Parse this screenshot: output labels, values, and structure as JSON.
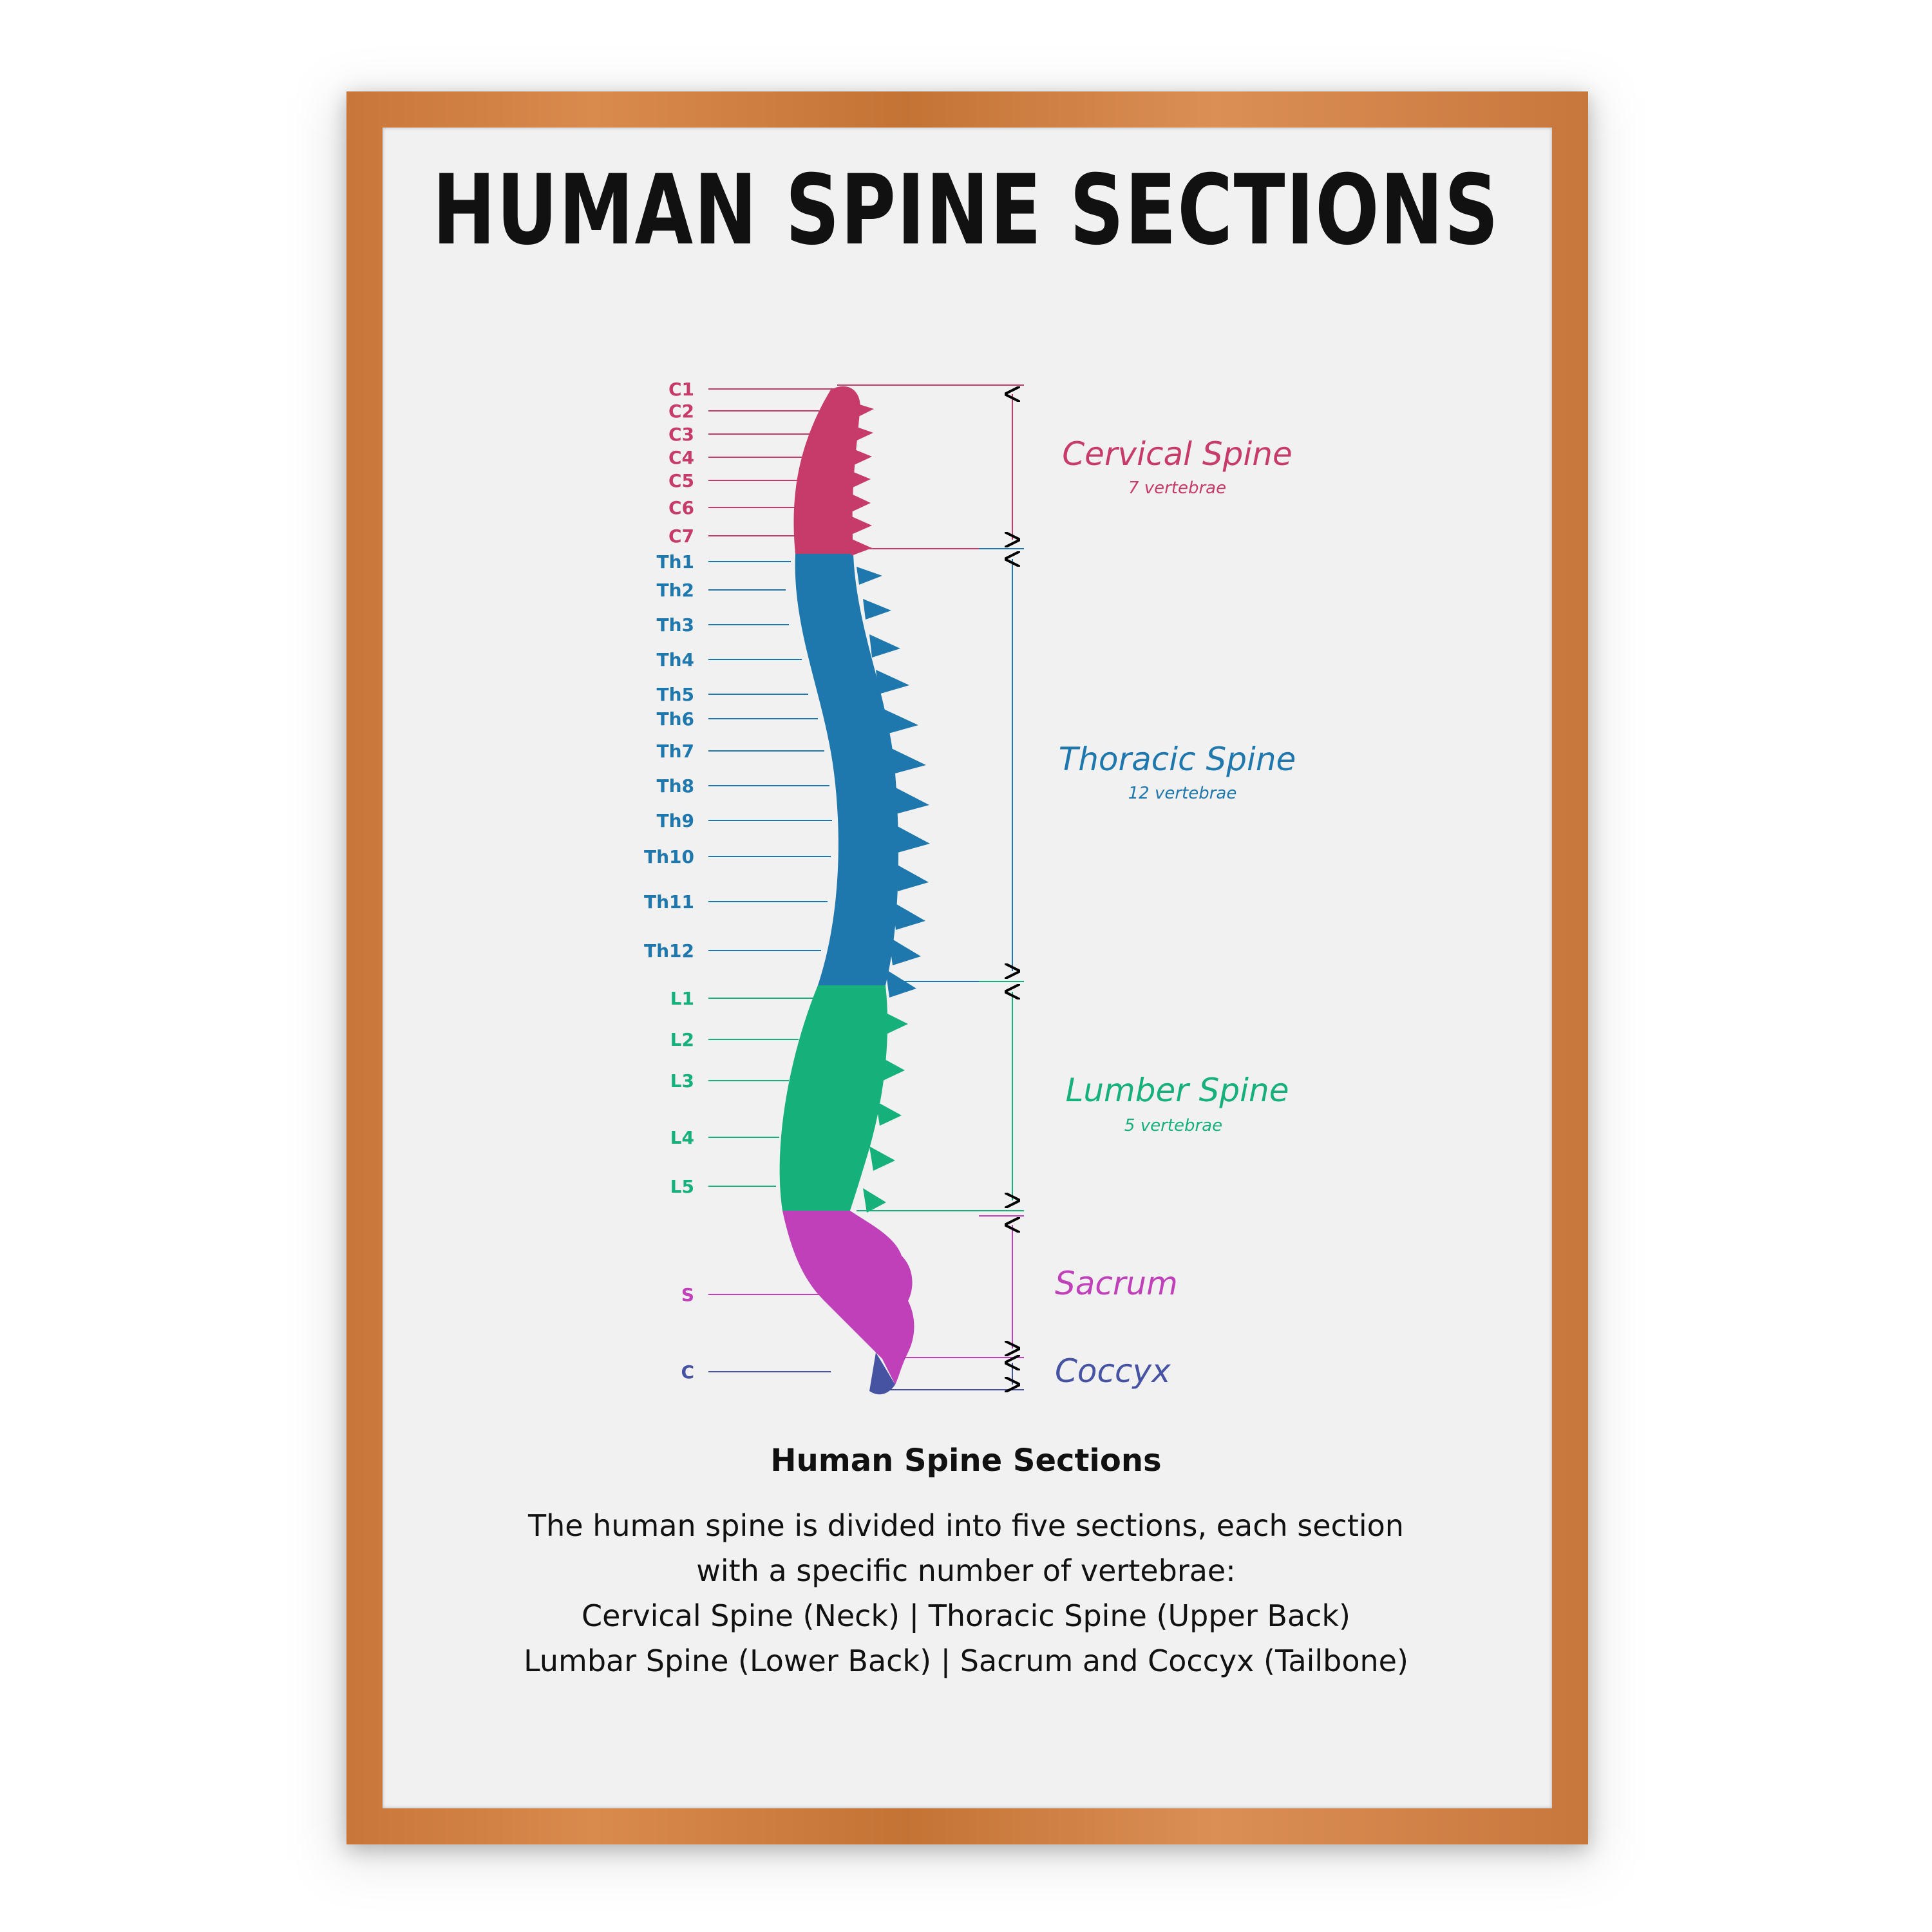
{
  "title": "HUMAN SPINE SECTIONS",
  "colors": {
    "cervical": "#c73b6b",
    "thoracic": "#1f78ad",
    "lumbar": "#16b07b",
    "sacrum": "#c040b9",
    "coccyx": "#4653a3"
  },
  "vertebra_labels": {
    "cervical": [
      "C1",
      "C2",
      "C3",
      "C4",
      "C5",
      "C6",
      "C7"
    ],
    "thoracic": [
      "Th1",
      "Th2",
      "Th3",
      "Th4",
      "Th5",
      "Th6",
      "Th7",
      "Th8",
      "Th9",
      "Th10",
      "Th11",
      "Th12"
    ],
    "lumbar": [
      "L1",
      "L2",
      "L3",
      "L4",
      "L5"
    ],
    "sacrum": [
      "S"
    ],
    "coccyx": [
      "C"
    ]
  },
  "sections": {
    "cervical": {
      "name": "Cervical Spine",
      "count": "7 vertebrae"
    },
    "thoracic": {
      "name": "Thoracic Spine",
      "count": "12 vertebrae"
    },
    "lumbar": {
      "name": "Lumber Spine",
      "count": "5 vertebrae"
    },
    "sacrum": {
      "name": "Sacrum"
    },
    "coccyx": {
      "name": "Coccyx"
    }
  },
  "caption": {
    "heading": "Human Spine Sections",
    "lines": [
      "The human spine is divided into five sections, each section",
      "with a specific number of vertebrae:",
      "Cervical Spine (Neck) | Thoracic Spine (Upper Back)",
      "Lumbar Spine (Lower Back) | Sacrum and Coccyx (Tailbone)"
    ]
  }
}
